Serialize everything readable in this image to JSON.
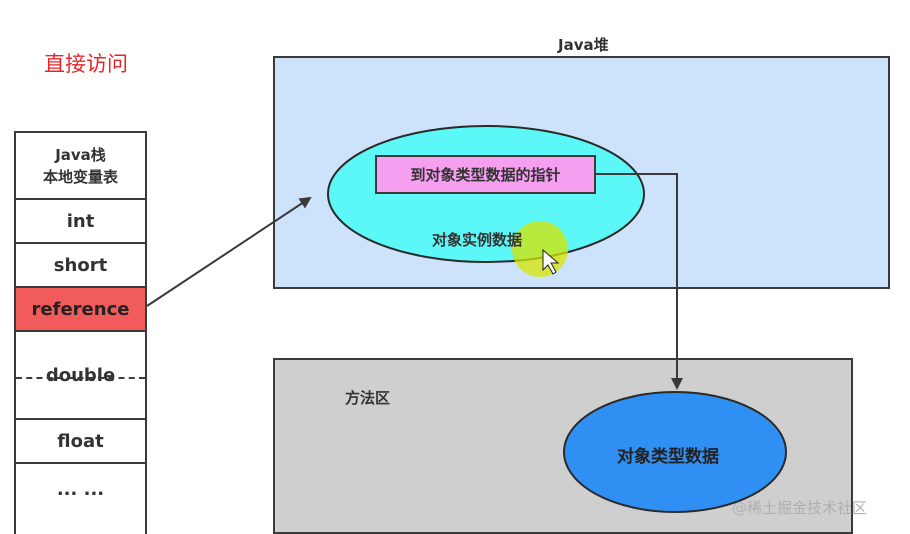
{
  "title": "直接访问",
  "heap": {
    "label": "Java堆",
    "pointer_box": "到对象类型数据的指针",
    "instance_label": "对象实例数据"
  },
  "method_area": {
    "label": "方法区",
    "type_data_label": "对象类型数据"
  },
  "stack": {
    "header_line1": "Java栈",
    "header_line2": "本地变量表",
    "items": [
      "int",
      "short",
      "reference",
      "double",
      "float",
      "... ..."
    ]
  },
  "watermark": "@稀土掘金技术社区",
  "colors": {
    "title": "#e8262a",
    "heap_bg": "#cce3fb",
    "method_bg": "#cfcfcf",
    "reference_bg": "#f15b5b",
    "instance_ellipse": "#5cf8f8",
    "pointer_box": "#f59ff0",
    "type_ellipse": "#2f8ff2"
  }
}
